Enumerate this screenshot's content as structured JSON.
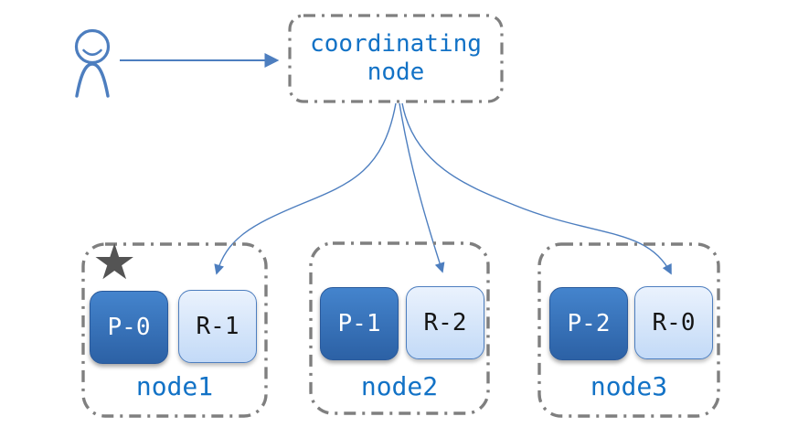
{
  "coordinating_node": {
    "label": "coordinating node"
  },
  "nodes": [
    {
      "label": "node1",
      "master": true,
      "shards": [
        {
          "label": "P-0",
          "role": "primary"
        },
        {
          "label": "R-1",
          "role": "replica"
        }
      ]
    },
    {
      "label": "node2",
      "master": false,
      "shards": [
        {
          "label": "P-1",
          "role": "primary"
        },
        {
          "label": "R-2",
          "role": "replica"
        }
      ]
    },
    {
      "label": "node3",
      "master": false,
      "shards": [
        {
          "label": "P-2",
          "role": "primary"
        },
        {
          "label": "R-0",
          "role": "replica"
        }
      ]
    }
  ],
  "icons": {
    "user": "person-outline",
    "master_star": "★"
  },
  "colors": {
    "accent_blue": "#4d7ebf",
    "label_blue": "#1272c6",
    "primary_shard_top": "#4484cd",
    "primary_shard_bottom": "#2c61a5",
    "replica_shard_top": "#eaf2fd",
    "replica_shard_bottom": "#c3daf7",
    "border_gray": "#7f7f7f",
    "star_gray": "#545454"
  }
}
